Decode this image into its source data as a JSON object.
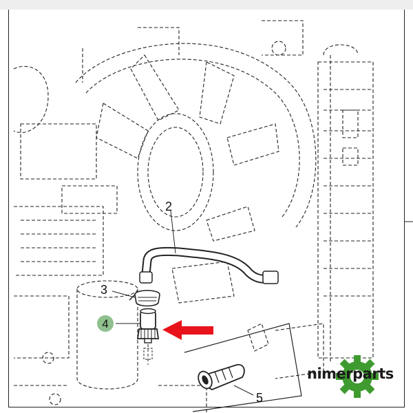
{
  "callouts": {
    "c2": "2",
    "c3": "3",
    "c4": "4",
    "c5": "5"
  },
  "brand": {
    "name": "nimerparts",
    "gear_color": "#3f9b2f"
  },
  "colors": {
    "highlight_arrow": "#e8131b",
    "callout_badge": "#8fc08e",
    "line_art": "#222222"
  },
  "icons": {
    "arrow": "arrow-left-icon",
    "gear": "gear-icon"
  }
}
